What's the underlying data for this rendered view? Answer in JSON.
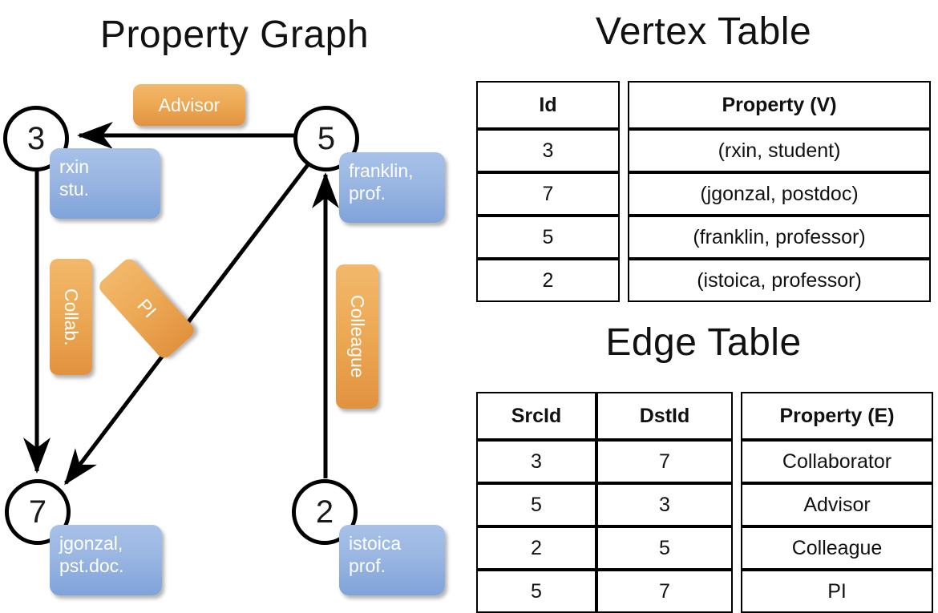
{
  "titles": {
    "graph": "Property Graph",
    "vertex_table": "Vertex Table",
    "edge_table": "Edge Table"
  },
  "colors": {
    "vertex_property_cell": "#d7e1f1",
    "edge_property_cell": "#f7dfc3",
    "vertex_box": "#9ab6e2",
    "edge_label_box": "#edaa56",
    "stroke": "#000000",
    "background": "#ffffff"
  },
  "graph": {
    "nodes": [
      {
        "id": "3",
        "property_box": "rxin\nstu.",
        "line1": "rxin",
        "line2": "stu."
      },
      {
        "id": "5",
        "property_box": "franklin,\nprof.",
        "line1": "franklin,",
        "line2": "prof."
      },
      {
        "id": "7",
        "property_box": "jgonzal,\npst.doc.",
        "line1": "jgonzal,",
        "line2": "pst.doc."
      },
      {
        "id": "2",
        "property_box": "istoica\nprof.",
        "line1": "istoica",
        "line2": "prof."
      }
    ],
    "edges": [
      {
        "label": "Advisor",
        "src": "5",
        "dst": "3"
      },
      {
        "label": "Collab.",
        "src": "3",
        "dst": "7"
      },
      {
        "label": "PI",
        "src": "5",
        "dst": "7"
      },
      {
        "label": "Colleague",
        "src": "2",
        "dst": "5"
      }
    ]
  },
  "vertex_table": {
    "headers": [
      "Id",
      "Property (V)"
    ],
    "rows": [
      {
        "id": "3",
        "property": "(rxin, student)"
      },
      {
        "id": "7",
        "property": "(jgonzal, postdoc)"
      },
      {
        "id": "5",
        "property": "(franklin, professor)"
      },
      {
        "id": "2",
        "property": "(istoica, professor)"
      }
    ]
  },
  "edge_table": {
    "headers": [
      "SrcId",
      "DstId",
      "Property (E)"
    ],
    "rows": [
      {
        "src": "3",
        "dst": "7",
        "property": "Collaborator"
      },
      {
        "src": "5",
        "dst": "3",
        "property": "Advisor"
      },
      {
        "src": "2",
        "dst": "5",
        "property": "Colleague"
      },
      {
        "src": "5",
        "dst": "7",
        "property": "PI"
      }
    ]
  }
}
